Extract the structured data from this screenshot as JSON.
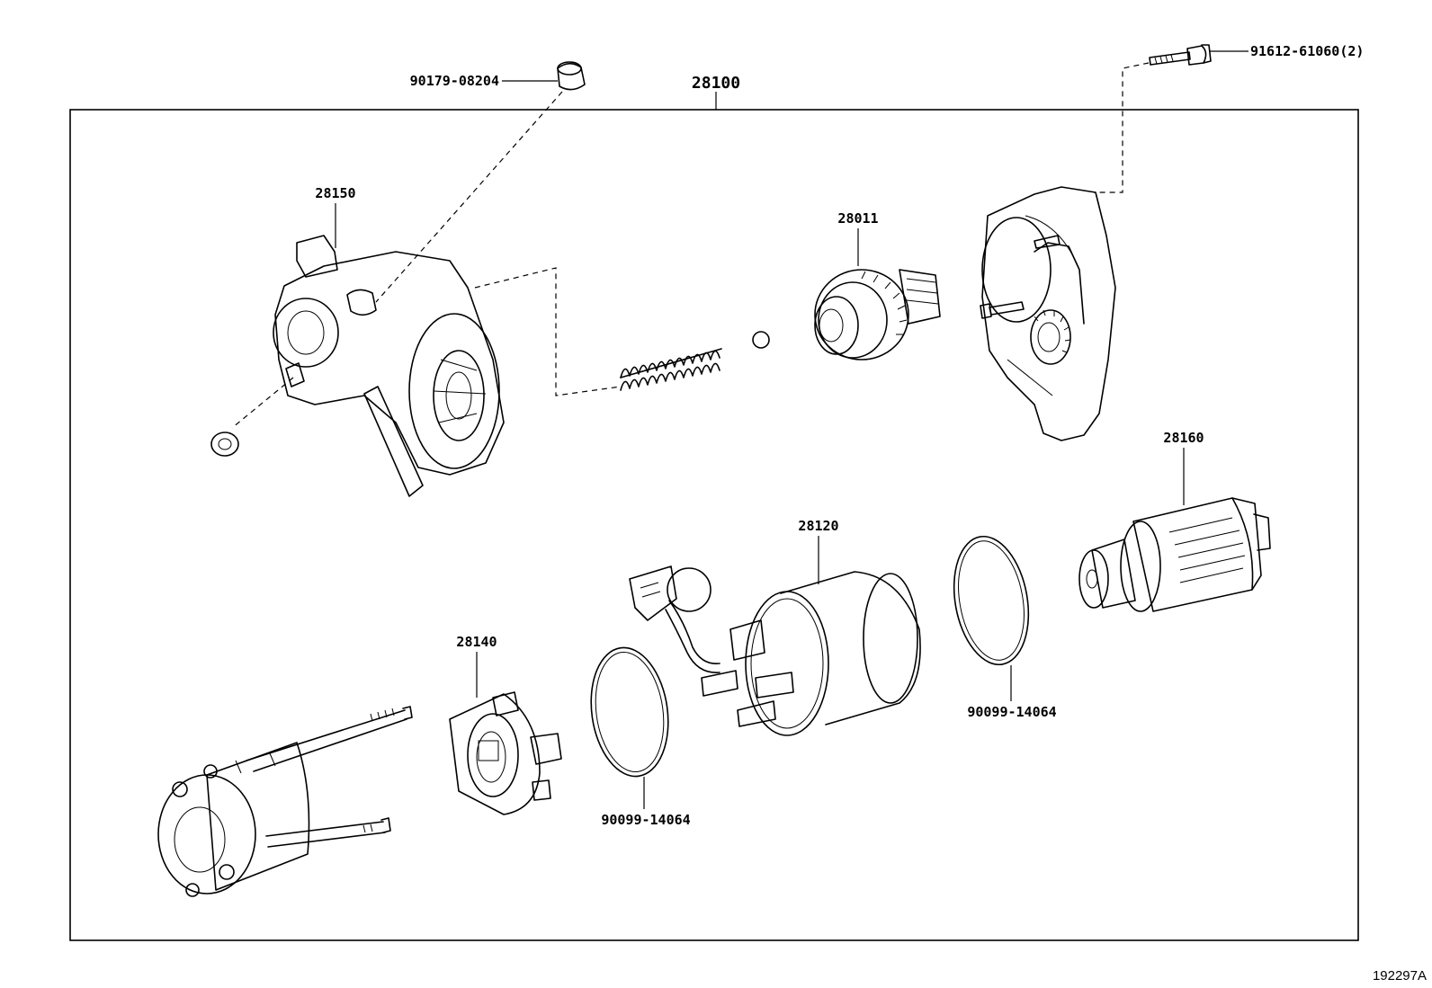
{
  "labels": {
    "assembly": "28100",
    "cap_nut": "90179-08204",
    "bolt": "91612-61060(2)",
    "housing": "28150",
    "clutch": "28011",
    "armature": "28160",
    "yoke": "28120",
    "brush_holder": "28140",
    "oring_left": "90099-14064",
    "oring_right": "90099-14064"
  },
  "figure_code": "192297A"
}
